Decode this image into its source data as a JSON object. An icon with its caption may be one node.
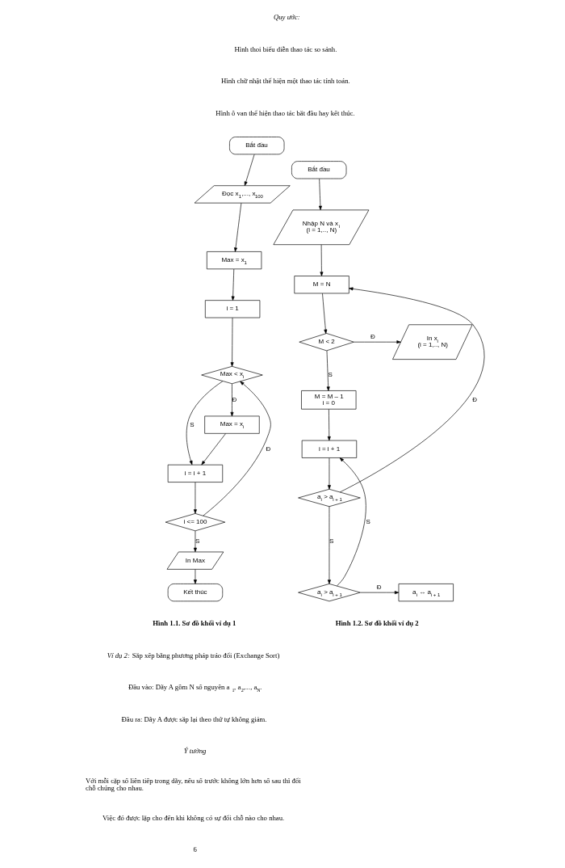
{
  "diagram": {
    "nodes": [
      {
        "text": [
          "Bắt đầu"
        ]
      },
      {
        "text": [
          "Đọc x$_{1}$,..., x$_{100}$"
        ]
      },
      {
        "text": [
          "Max = x$_{1}$"
        ]
      },
      {
        "text": [
          "i = 1"
        ]
      },
      {
        "text": [
          "Max < x$_{i}$"
        ]
      },
      {
        "text": [
          "Max = x$_{i}$"
        ]
      },
      {
        "text": [
          "i = i + 1"
        ]
      },
      {
        "text": [
          "i <= 100"
        ]
      },
      {
        "text": [
          "In Max"
        ]
      },
      {
        "text": [
          "Kết thúc"
        ]
      },
      {
        "text": [
          "Bắt đầu"
        ]
      },
      {
        "text": [
          "Nhập N và x$_{i}$",
          "(i = 1,.., N)"
        ]
      },
      {
        "text": [
          "M = N"
        ]
      },
      {
        "text": [
          "M < 2"
        ]
      },
      {
        "text": [
          "In x$_{i}$",
          "(i = 1,.., N)"
        ]
      },
      {
        "text": [
          "M = M – 1",
          "i = 0"
        ]
      },
      {
        "text": [
          "i = i + 1"
        ]
      },
      {
        "text": [
          "a$_{i}$ > a$_{i + 1}$"
        ]
      },
      {
        "text": [
          "a$_{i}$ > a$_{i + 1}$"
        ]
      },
      {
        "text": [
          "a$_{i}$ ↔ a$_{i + 1}$"
        ]
      }
    ],
    "edges": [
      {
        "from": 0,
        "to": 1,
        "arrow": "to"
      },
      {
        "from": 1,
        "to": 2,
        "arrow": "to"
      },
      {
        "from": 2,
        "to": 3,
        "arrow": "to"
      },
      {
        "from": 3,
        "to": 4,
        "arrow": "to"
      },
      {
        "from": 4,
        "to": 5,
        "arrow": "to",
        "label": "Đ"
      },
      {
        "from": 4,
        "to": 6,
        "arrow": "to",
        "label": "S"
      },
      {
        "from": 5,
        "to": 6,
        "arrow": "to"
      },
      {
        "from": 6,
        "to": 7,
        "arrow": "to"
      },
      {
        "from": 7,
        "to": 4,
        "arrow": "to",
        "label": "Đ"
      },
      {
        "from": 7,
        "to": 8,
        "arrow": "to",
        "label": "S"
      },
      {
        "from": 8,
        "to": 9,
        "arrow": "to"
      },
      {
        "from": 10,
        "to": 11,
        "arrow": "to"
      },
      {
        "from": 11,
        "to": 12,
        "arrow": "to"
      },
      {
        "from": 12,
        "to": 13,
        "arrow": "to"
      },
      {
        "from": 13,
        "to": 14,
        "arrow": "to",
        "label": "Đ"
      },
      {
        "from": 13,
        "to": 15,
        "arrow": "to",
        "label": "S"
      },
      {
        "from": 15,
        "to": 16,
        "arrow": "to"
      },
      {
        "from": 16,
        "to": 17,
        "arrow": "to"
      },
      {
        "from": 17,
        "to": 12,
        "arrow": "to",
        "label": "Đ"
      },
      {
        "from": 17,
        "to": 18,
        "arrow": "to",
        "label": "S"
      },
      {
        "from": 18,
        "to": 19,
        "arrow": "to",
        "label": "Đ"
      },
      {
        "from": 18,
        "to": 16,
        "arrow": "to",
        "label": "S"
      }
    ],
    "labels": [
      "Quy ước:",
      "Hình thoi biểu diễn thao tác so sánh.",
      "Hình chữ nhật thể hiện một thao tác tính toán.",
      "Hình ô van thể hiện thao tác bắt đầu hay kết thúc.",
      "Hình 1.1. Sơ đồ khối ví dụ 1",
      "Hình 1.2. Sơ đồ khối ví dụ 2",
      "*Ví dụ 2:* Sắp xếp bằng phương pháp tráo đổi (Exchange Sort)",
      "Đầu vào: Dãy A gồm N số nguyên a$_{1}$, a$_{2}$,..., a$_{N}$.",
      "Đầu ra: Dãy A được sắp lại theo thứ tự không giảm.",
      "Ý tưởng",
      "Với mỗi cặp số liên tiếp trong dãy, nếu số trước không lớn hơn số sau thì đổi chỗ chúng cho nhau.",
      "Việc đó được lặp cho đến khi không có sự đổi chỗ nào cho nhau.",
      "6"
    ]
  }
}
